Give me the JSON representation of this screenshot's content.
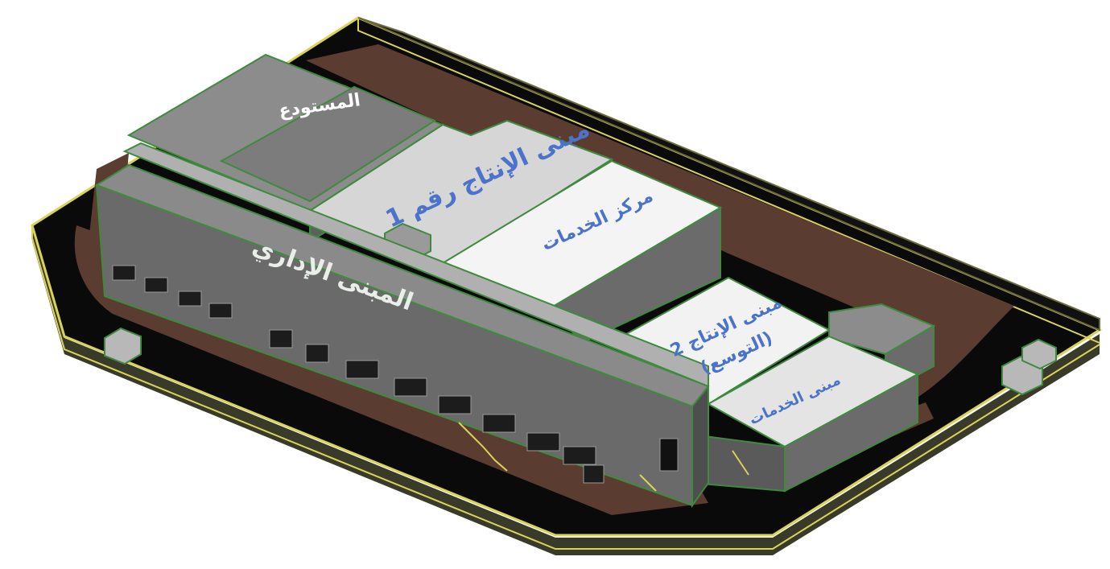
{
  "labels": {
    "warehouse": "المستودع",
    "production1": "مبنى الإنتاج رقم 1",
    "service_center": "مركز الخدمات",
    "admin": "المبنى الإداري",
    "production2_line1": "مبنى الإنتاج 2",
    "production2_line2": "(التوسع)",
    "services": "مبنى الخدمات"
  },
  "colors": {
    "ground": "#0a0a0a",
    "road": "#5a3c30",
    "fence": "#d9d35a",
    "roof_grey": "#8c8c8c",
    "roof_white": "#f4f4f4",
    "wall_grey": "#6b6b6b",
    "outline": "#3f8a3f",
    "label_white": "#ffffff",
    "label_blue": "#4a73c9"
  }
}
